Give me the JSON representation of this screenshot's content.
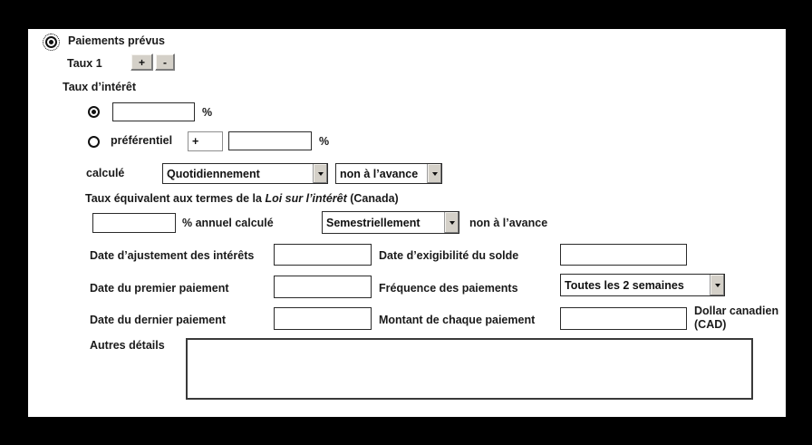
{
  "form": {
    "section_radio_label": "Paiements prévus",
    "rate_row": {
      "label": "Taux 1",
      "increment_button": "+",
      "decrement_button": "-"
    },
    "interest_heading": "Taux d’intérêt",
    "rate_option_fixed": {
      "selected": true,
      "value": "",
      "unit": "%"
    },
    "rate_option_prime": {
      "selected": false,
      "label": "préférentiel",
      "sign_value": "+",
      "value": "",
      "unit": "%"
    },
    "calculated_row": {
      "label": "calculé",
      "frequency_value": "Quotidiennement",
      "frequency_options": [
        "Quotidiennement"
      ],
      "timing_value": "non à l’avance",
      "timing_options": [
        "non à l’avance"
      ]
    },
    "equivalent_rate": {
      "heading_prefix": "Taux équivalent aux termes de la ",
      "heading_italic": "Loi sur l’intérêt",
      "heading_suffix": " (Canada)",
      "value": "",
      "suffix_label": "% annuel calculé",
      "compounding_value": "Semestriellement",
      "compounding_options": [
        "Semestriellement"
      ],
      "timing_text": "non à l’avance"
    },
    "dates": {
      "interest_adjustment_label": "Date d’ajustement des intérêts",
      "interest_adjustment_value": "",
      "balance_due_label": "Date d’exigibilité du solde",
      "balance_due_value": "",
      "first_payment_label": "Date du premier paiement",
      "first_payment_value": "",
      "payment_frequency_label": "Fréquence des paiements",
      "payment_frequency_value": "Toutes les 2 semaines",
      "payment_frequency_options": [
        "Toutes les 2 semaines"
      ],
      "last_payment_label": "Date du dernier paiement",
      "last_payment_value": "",
      "payment_amount_label": "Montant de chaque paiement",
      "payment_amount_value": "",
      "currency_line1": "Dollar canadien",
      "currency_line2": "(CAD)"
    },
    "other_details": {
      "label": "Autres détails",
      "value": ""
    }
  },
  "colors": {
    "page_background": "#000000",
    "panel_background": "#ffffff",
    "text": "#1a1a1a",
    "field_border": "#2b2b2b",
    "button_face": "#d4d0c8"
  }
}
